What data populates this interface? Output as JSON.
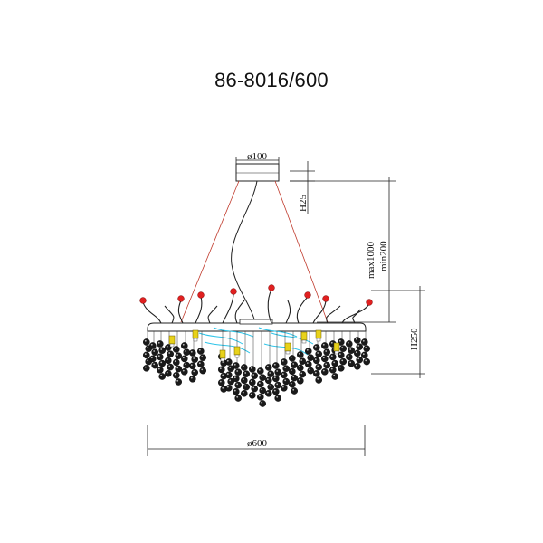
{
  "title": "86-8016/600",
  "dimensions": {
    "canopy_diameter": "ø100",
    "canopy_height": "H25",
    "cable_max": "max1000",
    "cable_min": "min200",
    "body_height": "H250",
    "body_diameter": "ø600"
  },
  "colors": {
    "line": "#222222",
    "suspension_wire": "#c0392b",
    "crystal": "#1a1a1a",
    "bead_red": "#e02020",
    "socket_yellow": "#e8d21a",
    "glass_cyan": "#2ec4e8"
  }
}
